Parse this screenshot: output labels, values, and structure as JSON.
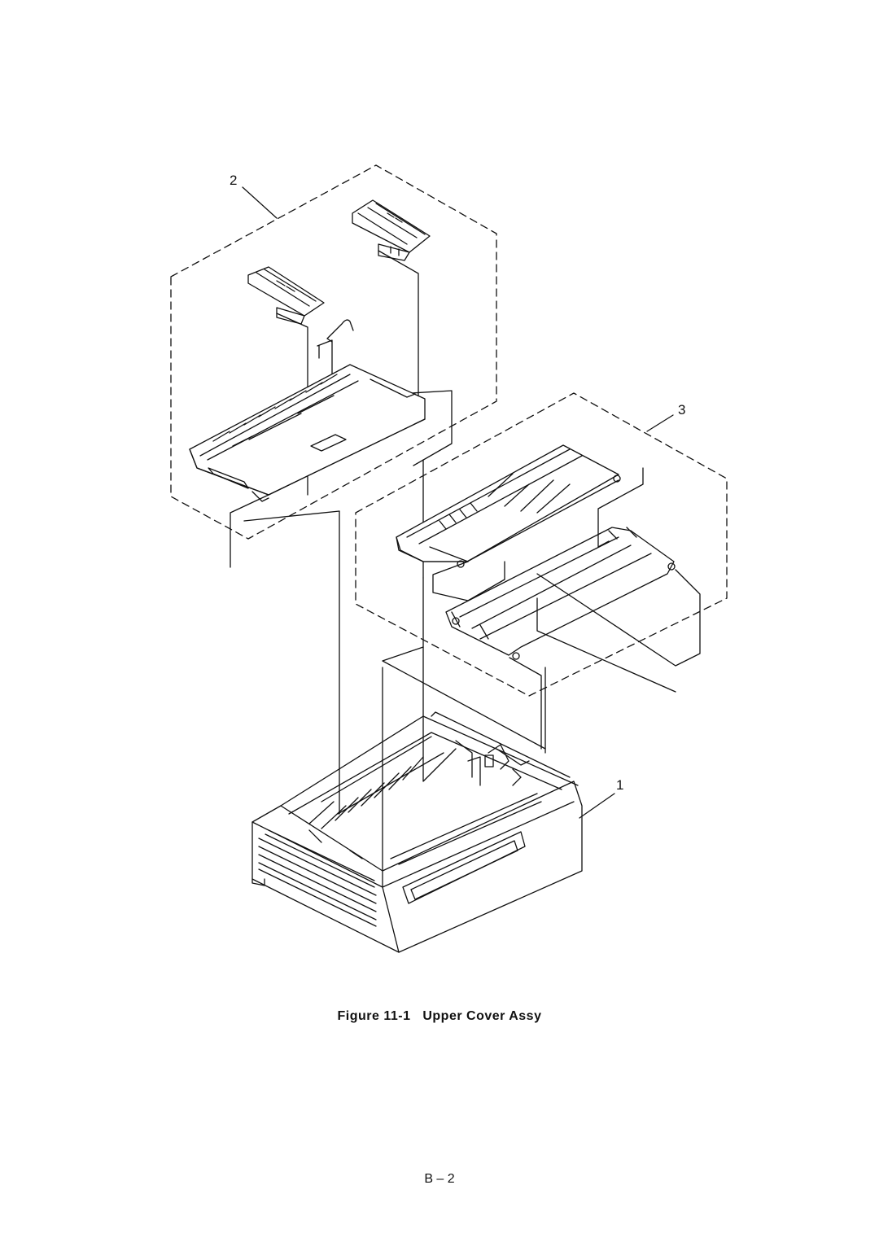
{
  "callouts": {
    "assy_2": "2",
    "assy_3": "3",
    "part_1": "1"
  },
  "caption": {
    "figure_label": "Figure 11-1",
    "title": "Upper Cover Assy"
  },
  "page_number": "B – 2"
}
